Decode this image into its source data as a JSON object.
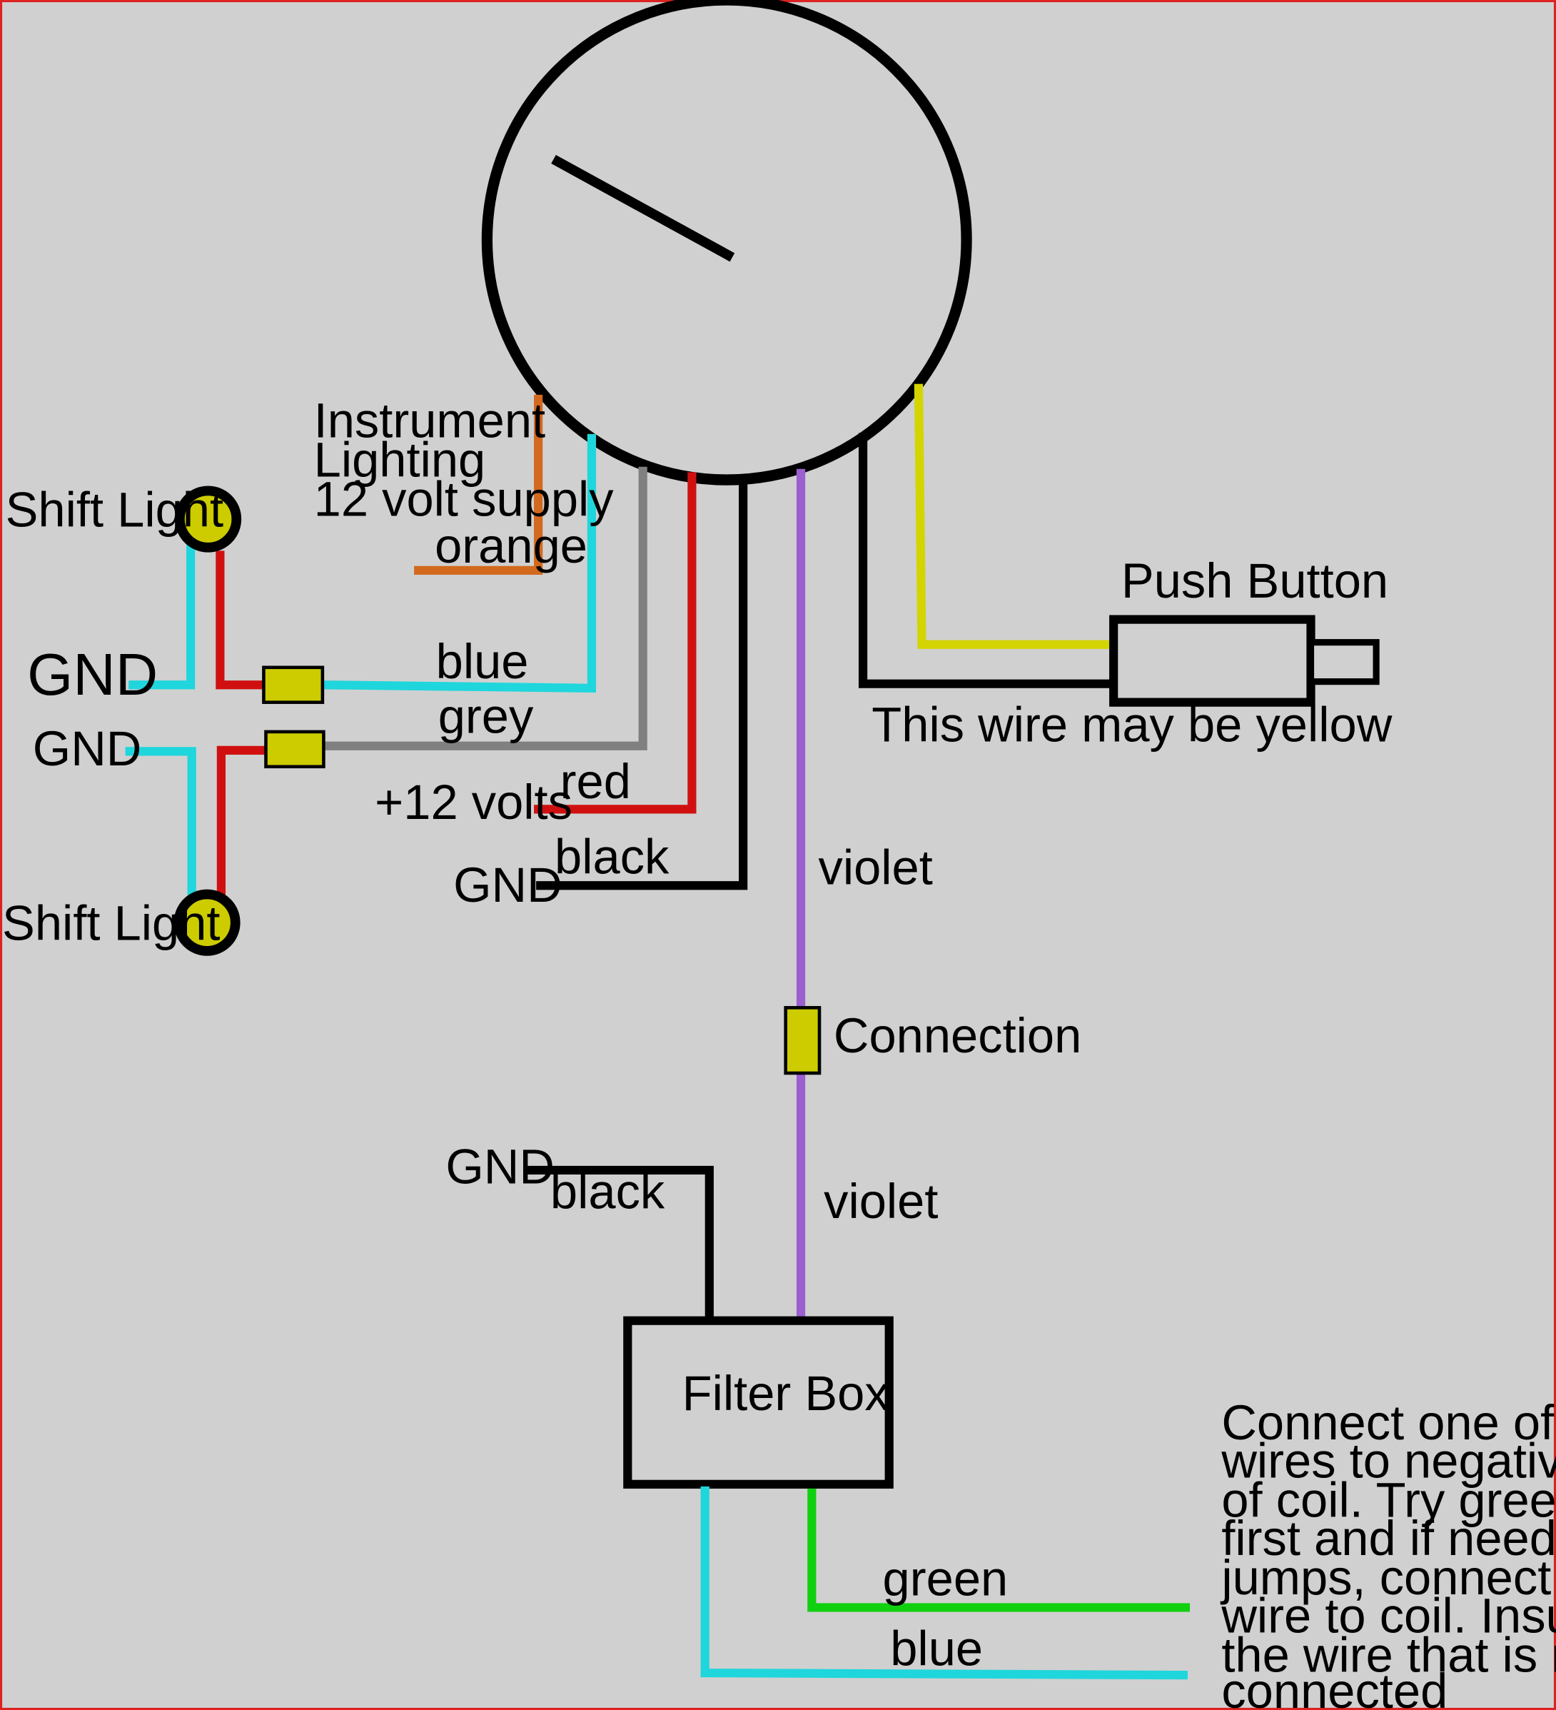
{
  "colors": {
    "background": "#d0d0d0",
    "frame": "#dd2222",
    "ink": "#000000",
    "orange": "#d2691e",
    "cyan": "#1fd6dc",
    "grey": "#808080",
    "red": "#d01010",
    "violet": "#9b5fd0",
    "yellow": "#d4d400",
    "connector": "#cccc00",
    "green": "#10d010"
  },
  "labels": {
    "instrument_lighting_1": "Instrument",
    "instrument_lighting_2": "Lighting",
    "instrument_lighting_3": "12 volt supply",
    "orange": "orange",
    "shift_light_top": "Shift Light",
    "shift_light_bottom": "Shift Light",
    "gnd_left_1": "GND",
    "gnd_left_2": "GND",
    "blue_top": "blue",
    "grey": "grey",
    "red": "red",
    "plus_12_volts": "+12 volts",
    "black_1": "black",
    "gnd_mid": "GND",
    "violet_1": "violet",
    "violet_2": "violet",
    "push_button": "Push Button",
    "may_be_yellow": "This wire may be yellow",
    "connection": "Connection",
    "gnd_lower": "GND",
    "black_2": "black",
    "filter_box": "Filter Box",
    "green": "green",
    "blue_bottom": "blue",
    "note_1": "Connect one of these",
    "note_2": "wires to negative",
    "note_3": "of coil.  Try green wire",
    "note_4": "first and if needle still",
    "note_5": "jumps, connect blue",
    "note_6": "wire to coil.  Insulate",
    "note_7": "the wire that is not",
    "note_8": "connected"
  }
}
